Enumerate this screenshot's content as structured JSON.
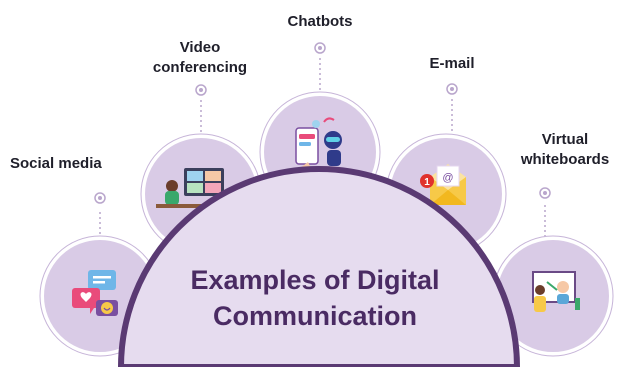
{
  "title": {
    "line1": "Examples of Digital",
    "line2": "Communication"
  },
  "items": [
    {
      "id": "social-media",
      "line1": "Social media",
      "line2": "",
      "icon": "chat-bubbles-icon"
    },
    {
      "id": "video-conferencing",
      "line1": "Video",
      "line2": "conferencing",
      "icon": "video-call-icon"
    },
    {
      "id": "chatbots",
      "line1": "Chatbots",
      "line2": "",
      "icon": "robot-chat-icon"
    },
    {
      "id": "email",
      "line1": "E-mail",
      "line2": "",
      "icon": "envelope-icon"
    },
    {
      "id": "virtual-whiteboards",
      "line1": "Virtual",
      "line2": "whiteboards",
      "icon": "whiteboard-icon"
    }
  ],
  "colors": {
    "arc_fill": "#e6dcef",
    "arc_stroke": "#5a3a73",
    "circle_fill": "#d9cbe6",
    "circle_ring": "#ffffff",
    "circle_stroke": "#c6b4d8",
    "connector": "#b9a6cc",
    "title_text": "#4a2b63"
  }
}
